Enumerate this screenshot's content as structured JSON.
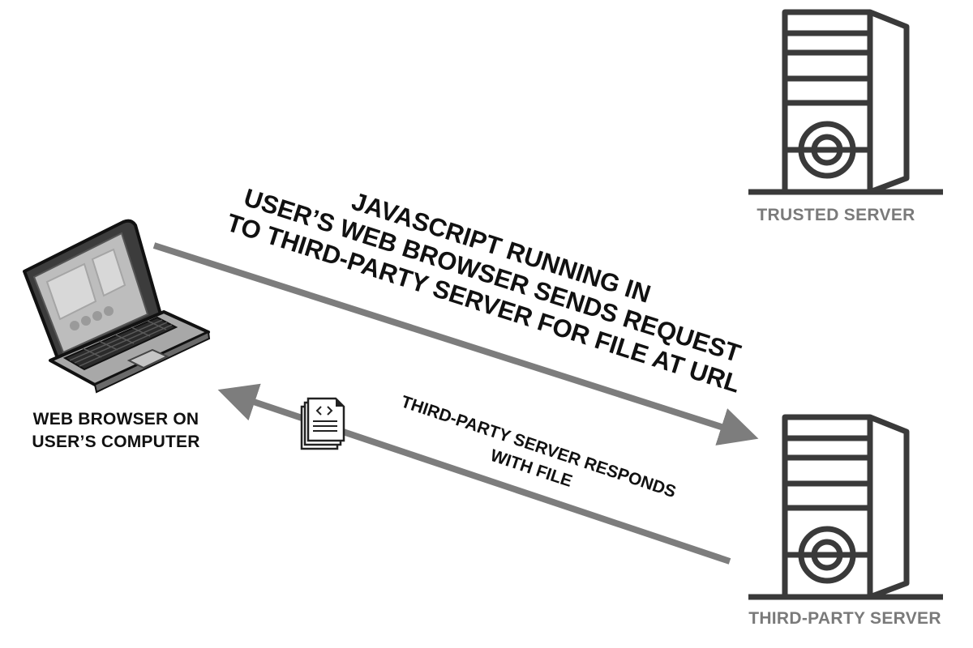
{
  "nodes": {
    "trusted_server": {
      "label": "TRUSTED SERVER"
    },
    "third_party_server": {
      "label": "THIRD-PARTY SERVER"
    },
    "browser": {
      "label_lines": [
        "WEB BROWSER ON",
        "USER’S COMPUTER"
      ]
    }
  },
  "edges": {
    "request": {
      "label_lines": [
        "JAVASCRIPT RUNNING IN",
        "USER’S WEB BROWSER SENDS REQUEST",
        "TO THIRD-PARTY SERVER FOR FILE AT URL"
      ]
    },
    "response": {
      "label_lines": [
        "THIRD-PARTY SERVER RESPONDS",
        "WITH FILE"
      ]
    }
  },
  "colors": {
    "arrow": "#7d7d7d",
    "server_stroke": "#3a3a3a",
    "server_label": "#7a7a7a",
    "text": "#111111"
  },
  "icons": {
    "file": "code-file-icon",
    "laptop": "laptop-icon",
    "server": "server-icon"
  }
}
